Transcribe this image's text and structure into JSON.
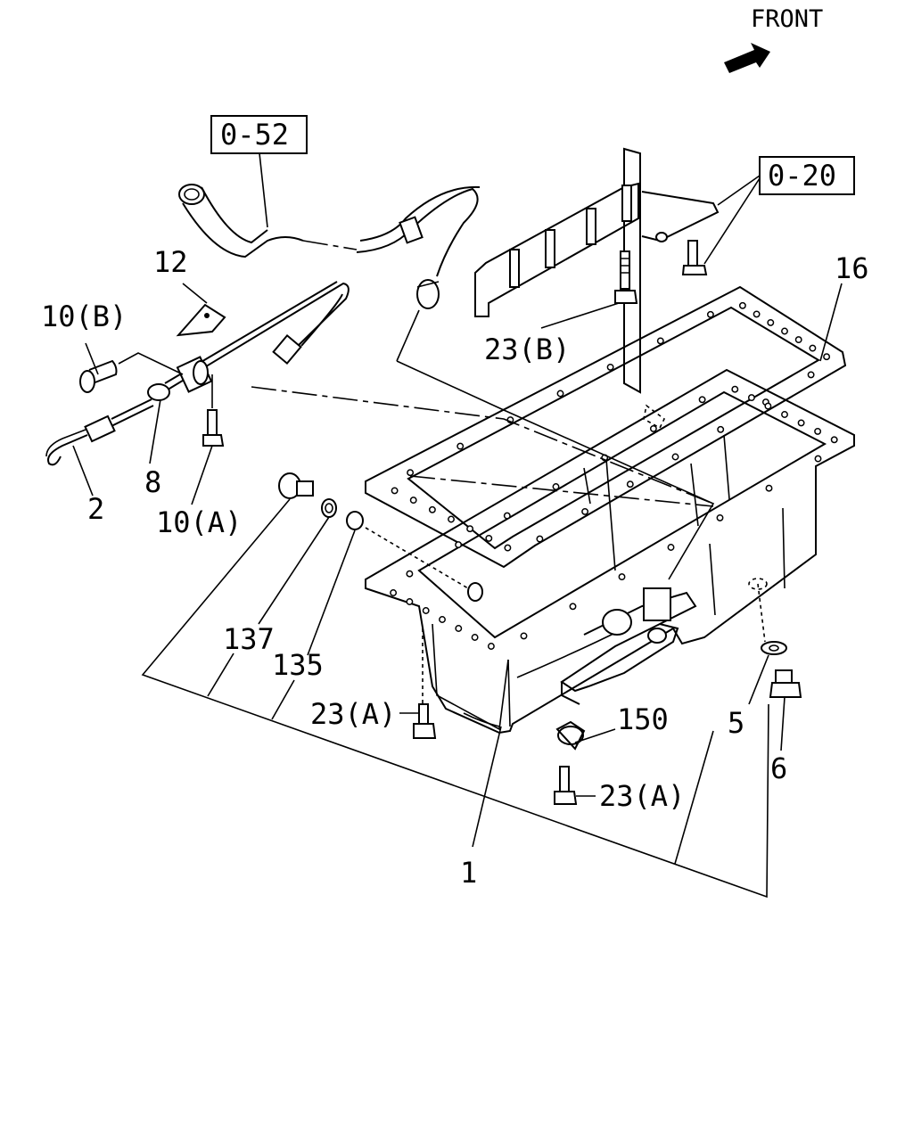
{
  "front_label": "FRONT",
  "refs": {
    "r052": "0-52",
    "r020": "0-20"
  },
  "callouts": {
    "c16": "16",
    "c12": "12",
    "c10b": "10(B)",
    "c23b": "23(B)",
    "c8": "8",
    "c2": "2",
    "c10a": "10(A)",
    "c137": "137",
    "c135": "135",
    "c23a1": "23(A)",
    "c150": "150",
    "c5": "5",
    "c6": "6",
    "c23a2": "23(A)",
    "c1": "1"
  }
}
